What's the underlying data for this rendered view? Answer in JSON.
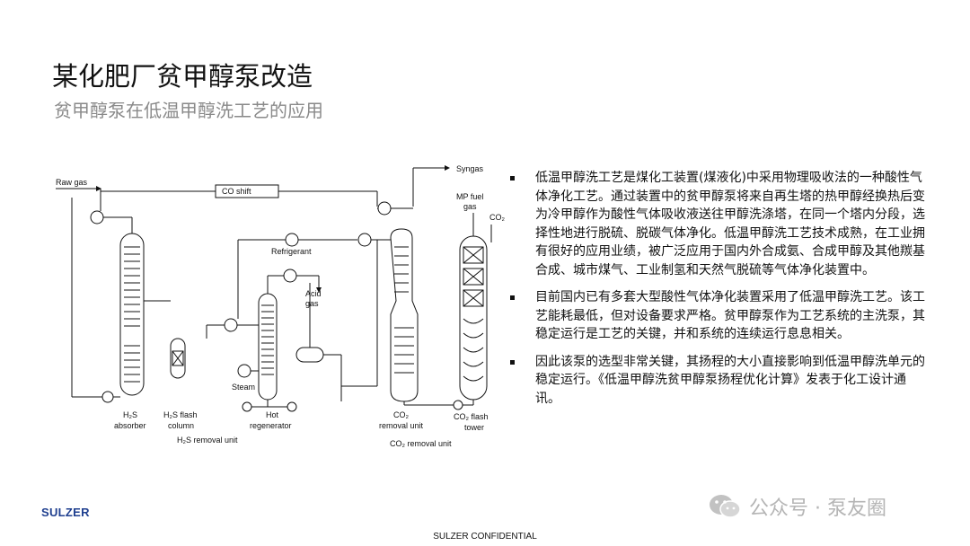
{
  "slide": {
    "title": "某化肥厂贫甲醇泵改造",
    "subtitle": "贫甲醇泵在低温甲醇洗工艺的应用"
  },
  "diagram": {
    "labels": {
      "raw_gas": "Raw gas",
      "co_shift": "CO shift",
      "syngas": "Syngas",
      "mp_fuel_gas_1": "MP fuel",
      "mp_fuel_gas_2": "gas",
      "co2_top": "CO₂",
      "refrigerant": "Refrigerant",
      "acid_gas_1": "Acid",
      "acid_gas_2": "gas",
      "steam": "Steam",
      "h2s_absorber_1": "H₂S",
      "h2s_absorber_2": "absorber",
      "h2s_flash_1": "H₂S flash",
      "h2s_flash_2": "column",
      "hot_regen_1": "Hot",
      "hot_regen_2": "regenerator",
      "h2s_removal_unit": "H₂S removal unit",
      "co2_removal_1": "CO₂",
      "co2_removal_2": "removal unit",
      "co2_flash_1": "CO₂ flash",
      "co2_flash_2": "tower",
      "co2_removal_unit": "CO₂ removal unit"
    }
  },
  "bullets": [
    "低温甲醇洗工艺是煤化工装置(煤液化)中采用物理吸收法的一种酸性气体净化工艺。通过装置中的贫甲醇泵将来自再生塔的热甲醇经换热后变为冷甲醇作为酸性气体吸收液送往甲醇洗涤塔，在同一个塔内分段，选择性地进行脱硫、脱碳气体净化。低温甲醇洗工艺技术成熟，在工业拥有很好的应用业绩，被广泛应用于国内外合成氨、合成甲醇及其他羰基合成、城市煤气、工业制氢和天然气脱硫等气体净化装置中。",
    "目前国内已有多套大型酸性气体净化装置采用了低温甲醇洗工艺。该工艺能耗最低，但对设备要求严格。贫甲醇泵作为工艺系统的主洗泵，其稳定运行是工艺的关键，并和系统的连续运行息息相关。",
    "因此该泵的选型非常关键，其扬程的大小直接影响到低温甲醇洗单元的稳定运行。《低温甲醇洗贫甲醇泵扬程优化计算》发表于化工设计通讯。"
  ],
  "footer": {
    "logo": "SULZER",
    "confidential": "SULZER CONFIDENTIAL",
    "watermark": "公众号 · 泵友圈",
    "icon": "wechat-icon"
  }
}
